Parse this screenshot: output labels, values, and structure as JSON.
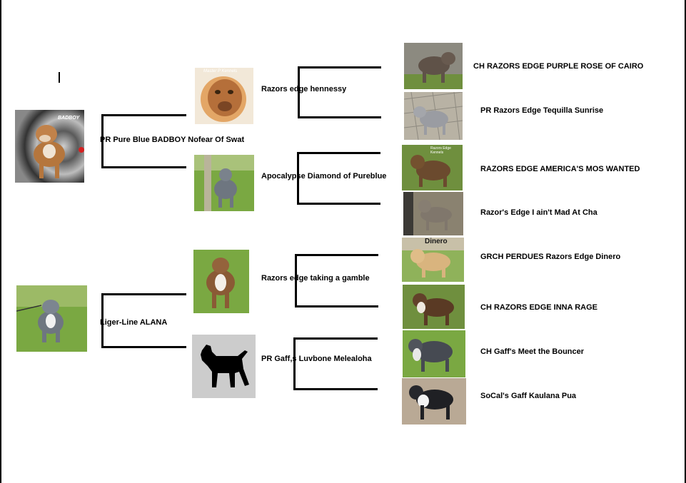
{
  "generation1": [
    {
      "name": "PR Pure Blue BADBOY Nofear Of Swat",
      "photo_caption": "BADBOY"
    },
    {
      "name": "Liger-Line ALANA"
    }
  ],
  "generation2": [
    {
      "name": "Razors edge hennessy",
      "photo_caption": "Master P Kennels"
    },
    {
      "name": "Apocalypse Diamond of Pureblue"
    },
    {
      "name": "Razors edge taking a gamble"
    },
    {
      "name": "PR Gaff,s Luvbone Melealoha"
    }
  ],
  "generation3": [
    {
      "name": "CH RAZORS EDGE PURPLE ROSE OF CAIRO"
    },
    {
      "name": "PR Razors Edge Tequilla Sunrise"
    },
    {
      "name": "RAZORS EDGE AMERICA'S MOS WANTED",
      "photo_caption": "Razors Edge Kennels"
    },
    {
      "name": "Razor's Edge I ain't Mad At Cha"
    },
    {
      "name": "GRCH PERDUES Razors Edge Dinero",
      "photo_caption": "Dinero"
    },
    {
      "name": "CH RAZORS EDGE INNA RAGE"
    },
    {
      "name": "CH Gaff's Meet the Bouncer"
    },
    {
      "name": "SoCal's Gaff Kaulana Pua"
    }
  ],
  "colors": {
    "line": "#000000",
    "lawn_green": "#7aa842",
    "dog_brown": "#8a5a35",
    "dog_blue": "#6e7680",
    "silhouette_bg": "#cccccc"
  }
}
